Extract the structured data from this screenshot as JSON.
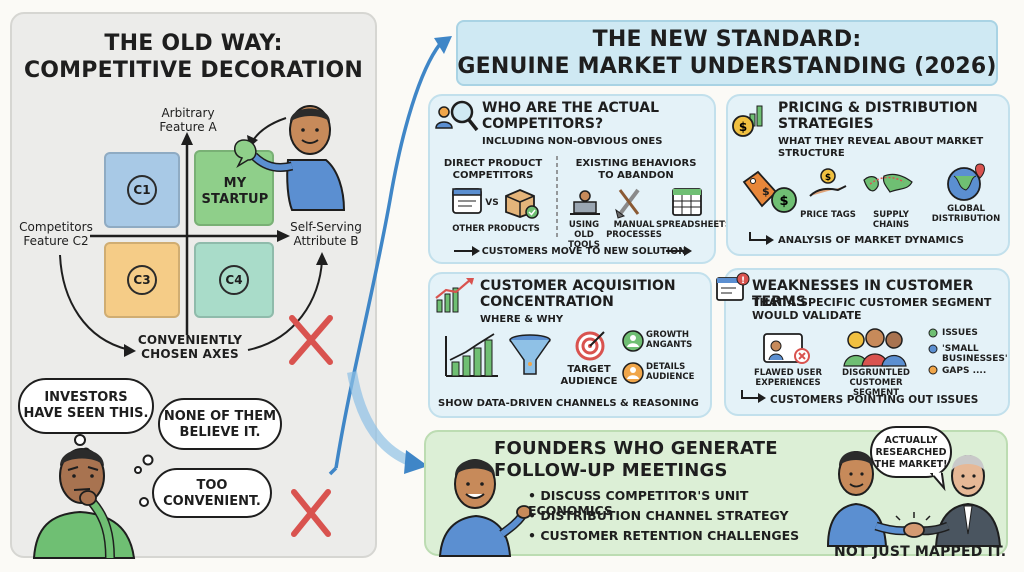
{
  "left": {
    "title_line1": "THE OLD WAY:",
    "title_line2": "COMPETITIVE DECORATION",
    "axis_top_line1": "Arbitrary",
    "axis_top_line2": "Feature A",
    "axis_left_line1": "Competitors",
    "axis_left_line2": "Feature C2",
    "axis_right_line1": "Self-Serving",
    "axis_right_line2": "Attribute B",
    "quadrants": [
      {
        "label": "C1",
        "color": "#a8c9e6"
      },
      {
        "label": "MY STARTUP",
        "color": "#8fcf8a"
      },
      {
        "label": "C3",
        "color": "#f5cc87"
      },
      {
        "label": "C4",
        "color": "#a9dcc9"
      }
    ],
    "axes_caption_line1": "CONVENIENTLY",
    "axes_caption_line2": "CHOSEN AXES",
    "bubble1_line1": "INVESTORS",
    "bubble1_line2": "HAVE SEEN THIS.",
    "bubble2_line1": "NONE OF THEM",
    "bubble2_line2": "BELIEVE IT.",
    "bubble3_line1": "TOO",
    "bubble3_line2": "CONVENIENT."
  },
  "right": {
    "banner_line1": "THE NEW STANDARD:",
    "banner_line2": "GENUINE MARKET UNDERSTANDING (2026)",
    "card1": {
      "title_line1": "WHO ARE THE ACTUAL",
      "title_line2": "COMPETITORS?",
      "subtitle": "INCLUDING NON-OBVIOUS ONES",
      "col1_line1": "DIRECT PRODUCT",
      "col1_line2": "COMPETITORS",
      "col2_line1": "EXISTING BEHAVIORS",
      "col2_line2": "TO ABANDON",
      "vs": "VS",
      "other_products": "OTHER PRODUCTS",
      "old_tools_line1": "USING OLD",
      "old_tools_line2": "TOOLS",
      "manual_line1": "MANUAL",
      "manual_line2": "PROCESSES",
      "spreadsheets": "SPREADSHEETS",
      "footer": "CUSTOMERS MOVE TO NEW SOLUTION"
    },
    "card2": {
      "title_line1": "PRICING & DISTRIBUTION",
      "title_line2": "STRATEGIES",
      "subtitle_line1": "WHAT THEY REVEAL ABOUT MARKET",
      "subtitle_line2": "STRUCTURE",
      "price_tags": "PRICE TAGS",
      "supply_chains": "SUPPLY CHAINS",
      "global_line1": "GLOBAL",
      "global_line2": "DISTRIBUTION",
      "footer": "ANALYSIS OF MARKET DYNAMICS"
    },
    "card3": {
      "title_line1": "CUSTOMER ACQUISITION",
      "title_line2": "CONCENTRATION",
      "subtitle": "WHERE & WHY",
      "target_line1": "TARGET",
      "target_line2": "AUDIENCE",
      "growth_line1": "GROWTH",
      "growth_line2": "ANGANTS",
      "details_line1": "DETAILS",
      "details_line2": "AUDIENCE",
      "footer": "SHOW DATA-DRIVEN CHANNELS & REASONING"
    },
    "card4": {
      "title": "WEAKNESSES IN CUSTOMER TERMS",
      "subtitle_line1": "THAT A SPECIFIC CUSTOMER SEGMENT",
      "subtitle_line2": "WOULD VALIDATE",
      "flawed_line1": "FLAWED USER",
      "flawed_line2": "EXPERIENCES",
      "disgruntled_line1": "DISGRUNTLED",
      "disgruntled_line2": "CUSTOMER SEGMENT",
      "legend1": "ISSUES",
      "legend2_line1": "'SMALL",
      "legend2_line2": "BUSINESSES'",
      "legend3": "GAPS ....",
      "footer": "CUSTOMERS POINTING OUT ISSUES"
    },
    "bottom": {
      "title_line1": "FOUNDERS WHO GENERATE",
      "title_line2": "FOLLOW-UP MEETINGS",
      "bullets": [
        "DISCUSS COMPETITOR'S UNIT ECONOMICS",
        "DISTRIBUTION CHANNEL STRATEGY",
        "CUSTOMER RETENTION CHALLENGES"
      ],
      "speech_line1": "ACTUALLY",
      "speech_line2": "RESEARCHED",
      "speech_line3": "THE MARKET!",
      "caption": "NOT JUST MAPPED IT."
    }
  },
  "colors": {
    "panel_gray": "#ececea",
    "banner_blue": "#cfe9f3",
    "card_blue": "#e4f2f8",
    "card_green": "#dcefd6",
    "cross_red": "#d9534f",
    "arrow_blue": "#3f86c7"
  }
}
